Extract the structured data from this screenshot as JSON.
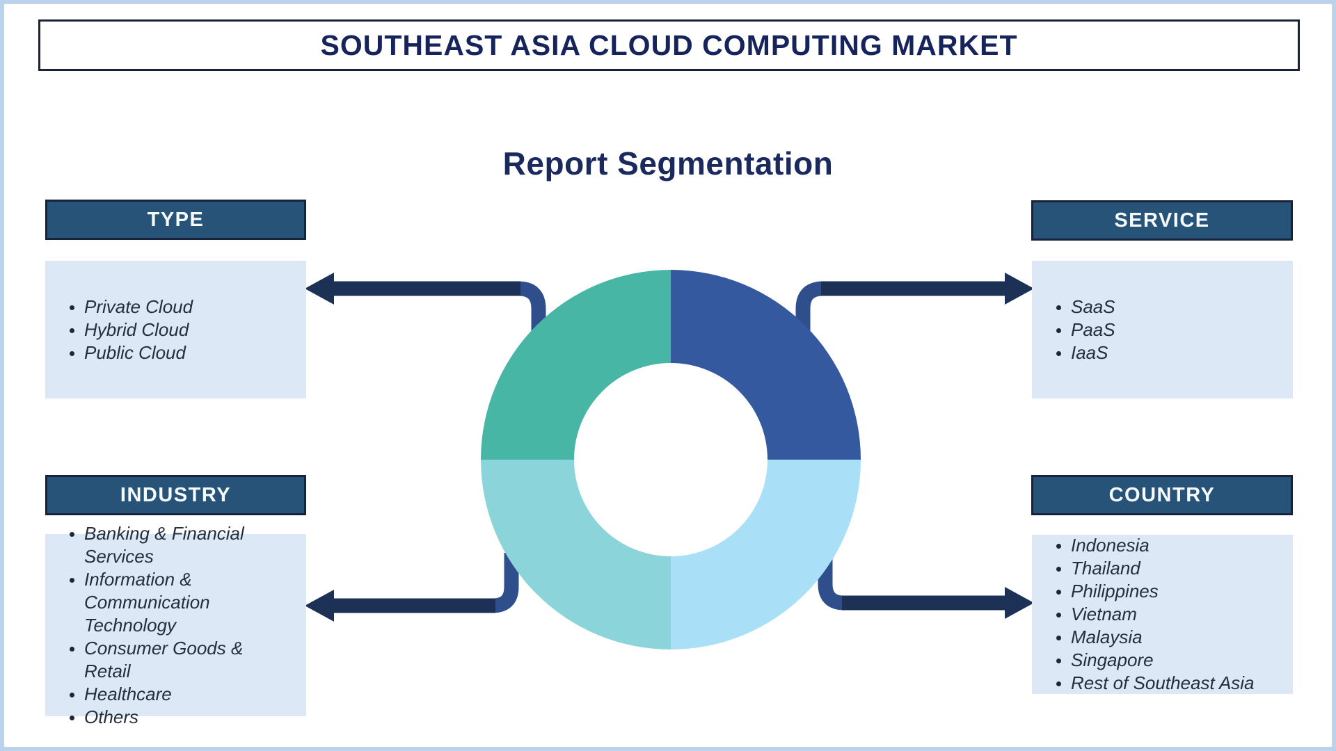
{
  "page": {
    "title": "SOUTHEAST ASIA CLOUD COMPUTING MARKET",
    "subtitle": "Report Segmentation"
  },
  "segments": {
    "type": {
      "label": "TYPE",
      "items": [
        "Private Cloud",
        "Hybrid Cloud",
        "Public Cloud"
      ]
    },
    "service": {
      "label": "SERVICE",
      "items": [
        "SaaS",
        "PaaS",
        "IaaS"
      ]
    },
    "industry": {
      "label": "INDUSTRY",
      "items": [
        "Banking & Financial Services",
        "Information & Communication Technology",
        "Consumer Goods & Retail",
        "Healthcare",
        "Others"
      ]
    },
    "country": {
      "label": "COUNTRY",
      "items": [
        "Indonesia",
        "Thailand",
        "Philippines",
        "Vietnam",
        "Malaysia",
        "Singapore",
        "Rest of Southeast Asia"
      ]
    }
  },
  "colors": {
    "frame": "#b9d3ec",
    "header_bg": "#275379",
    "header_border": "#16233a",
    "list_bg": "#dce8f5",
    "title_text": "#16245b",
    "arrow_dark": "#1d3157",
    "arrow_light": "#2e4e8c",
    "donut_type": "#47b6a4",
    "donut_service": "#34599f",
    "donut_country": "#a9dff7",
    "donut_industry": "#8bd4da"
  },
  "chart_data": {
    "type": "pie",
    "donut": true,
    "title": "Report Segmentation",
    "labels": [
      "Type",
      "Service",
      "Country",
      "Industry"
    ],
    "values": [
      25,
      25,
      25,
      25
    ],
    "colors": [
      "#47b6a4",
      "#34599f",
      "#a9dff7",
      "#8bd4da"
    ],
    "legend_position": "none"
  }
}
